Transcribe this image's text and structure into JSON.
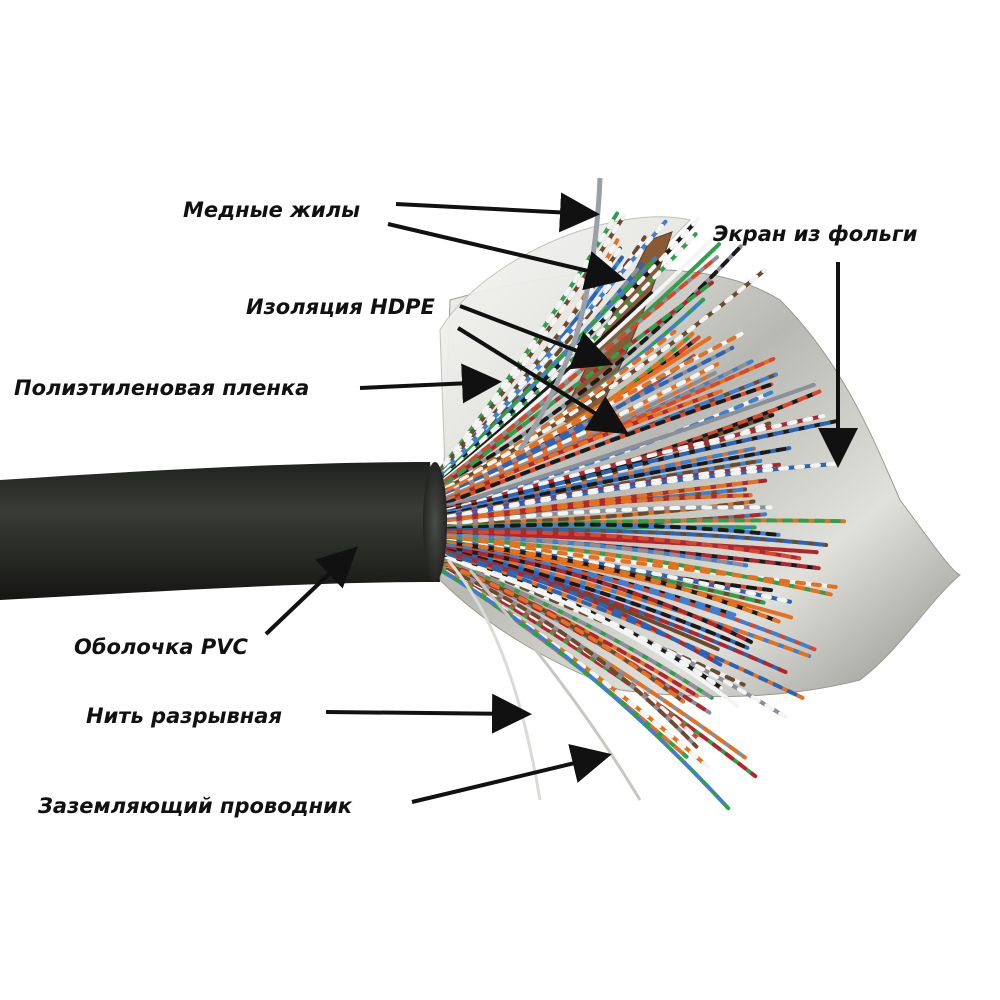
{
  "labels": {
    "copper_cores": "Медные жилы",
    "foil_screen": "Экран из фольги",
    "hdpe_insulation": "Изоляция HDPE",
    "pe_film": "Полиэтиленовая пленка",
    "pvc_sheath": "Оболочка PVC",
    "rip_cord": "Нить разрывная",
    "ground_conductor": "Заземляющий проводник"
  },
  "colors": {
    "sheath": "#2b2d2a",
    "foil": "#c9c9c4",
    "film": "#e9e9e6",
    "arrow": "#111111",
    "wire_palette": [
      "#e5711f",
      "#2b63b5",
      "#2e9f4a",
      "#b0262c",
      "#f4f4f4",
      "#6b4a2e",
      "#1a1a1a",
      "#8a8f99",
      "#d9472b",
      "#3d7fd0"
    ]
  }
}
